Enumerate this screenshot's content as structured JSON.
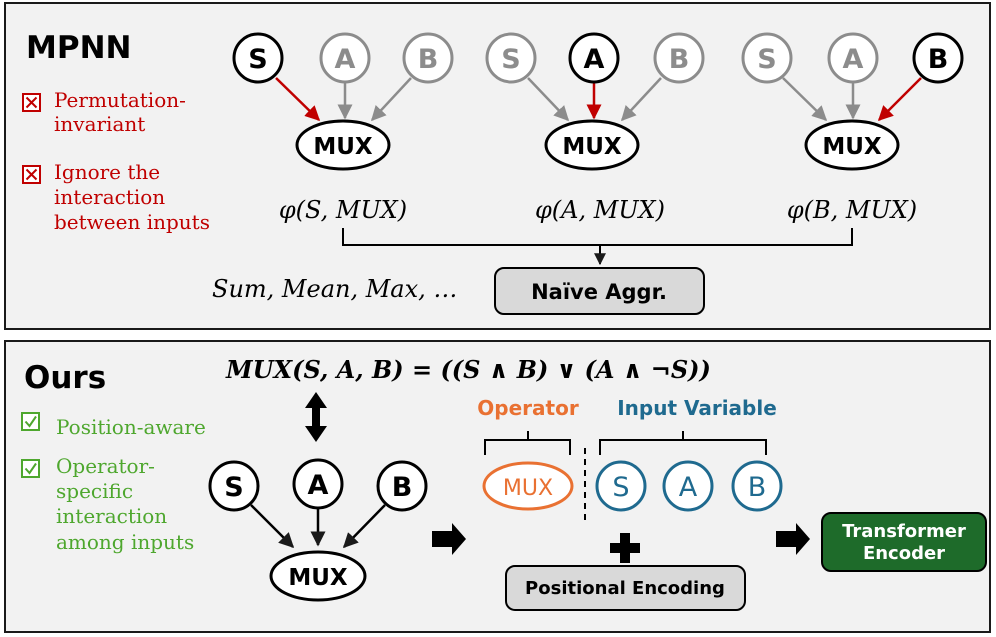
{
  "mpnn": {
    "title": "MPNN",
    "cons": [
      [
        "Permutation-",
        "invariant"
      ],
      [
        "Ignore the",
        "interaction",
        "between inputs"
      ]
    ],
    "groups": [
      {
        "inputs": [
          "S",
          "A",
          "B"
        ],
        "active": "S",
        "mux": "MUX",
        "phi": "φ(S, MUX)"
      },
      {
        "inputs": [
          "S",
          "A",
          "B"
        ],
        "active": "A",
        "mux": "MUX",
        "phi": "φ(A, MUX)"
      },
      {
        "inputs": [
          "S",
          "A",
          "B"
        ],
        "active": "B",
        "mux": "MUX",
        "phi": "φ(B, MUX)"
      }
    ],
    "aggr_examples": "Sum, Mean, Max, …",
    "aggr_box": "Naïve Aggr."
  },
  "ours": {
    "title": "Ours",
    "formula": "MUX(S, A, B) = ((S ∧ B)  ∨ (A ∧ ¬S))",
    "pros": [
      [
        "Position-aware"
      ],
      [
        "Operator-",
        "specific",
        "interaction",
        "among inputs"
      ]
    ],
    "graph": {
      "inputs": [
        "S",
        "A",
        "B"
      ],
      "mux": "MUX"
    },
    "operator_label": "Operator",
    "input_variable_label": "Input Variable",
    "sequence_operator": "MUX",
    "sequence_inputs": [
      "S",
      "A",
      "B"
    ],
    "positional_encoding": "Positional Encoding",
    "transformer": [
      "Transformer",
      "Encoder"
    ]
  },
  "colors": {
    "red": "#c00000",
    "green": "#4ea72e",
    "gray": "#8c8c8c",
    "orange": "#e97132",
    "blue": "#1f6a8f",
    "dark_green": "#1e6b2a",
    "box_gray": "#d9d9d9"
  }
}
